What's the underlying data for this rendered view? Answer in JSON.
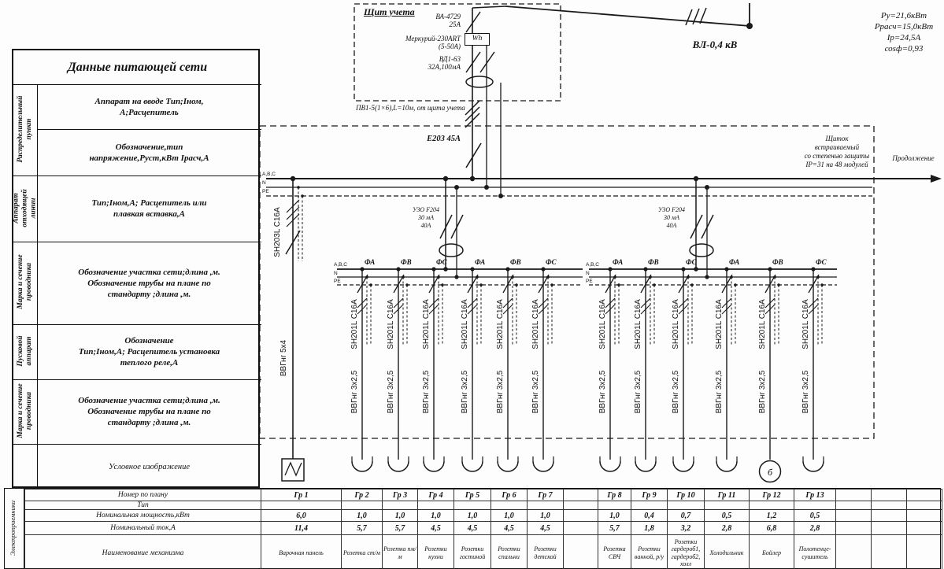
{
  "feed_table": {
    "title": "Данные питающей сети",
    "v_labels": {
      "distribution": "Распределительный\nпункт",
      "outgoing": "Аппарат\nотходящей\nлинии",
      "wire1": "Марка и сечение\nпроводника",
      "starter": "Пусковой\nаппарат",
      "wire2": "Марка и сечение\nпроводника"
    },
    "cells": {
      "input_device": "Аппарат на вводе Тип;Iном,\nА;Расцепитель",
      "designation": "Обозначение,тип\nнапряжение,Руст,кВт Iрасч,А",
      "outgoing_device": "Тип;Iном,А; Расцепитель или\nплавкая вставка,А",
      "wire_section1": "Обозначение участка сети;длина ,м.\nОбозначение трубы на плане по\nстандарту ;длина ,м.",
      "starter_device": "Обозначение\nТип;Iном,А; Расцепитель установка\nтеплого реле,А",
      "wire_section2": "Обозначение участка сети;длина ,м.\nОбозначение трубы на плане по\nстандарту ;длина ,м.",
      "symbol_row": "Условное изображение"
    }
  },
  "meter_panel": {
    "title": "Щит учета",
    "breaker": {
      "line1": "ВА-4729",
      "line2": "25А"
    },
    "meter": {
      "line1": "Меркурий-230ART",
      "line2": "(5-50А)",
      "symbol": "Wh"
    },
    "diff_breaker": {
      "line1": "ВД1-63",
      "line2": "32А,100мА"
    },
    "cable_note": "ПВ1-5(1×6),L=10м, от щита учета",
    "main_breaker": "Е203 45А"
  },
  "supply": {
    "line_label": "ВЛ-0,4 кВ",
    "params": {
      "pu": "Ру=21,6кВт",
      "prasch": "Ррасч=15,0кВт",
      "ip": "Iр=24,5А",
      "cosf": "соsф=0,93"
    }
  },
  "panel": {
    "note": {
      "l1": "Щиток",
      "l2": "встраиваемый",
      "l3": "со степенью защиты",
      "l4": "IР=31 на 48 модулей"
    },
    "continuation": "Продолжение",
    "bus_labels": {
      "phases": "А,В,С",
      "neutral": "N",
      "pe": "PE"
    },
    "rcd_label": {
      "l1": "УЗО F204",
      "l2": "30 мА",
      "l3": "40А"
    }
  },
  "branches": [
    {
      "group": "Гр 1",
      "phase": "",
      "breaker": "SH203L С16А",
      "cable": "ВВГнг 5х4",
      "symbol": "stove",
      "power": "6,0",
      "current": "11,4",
      "name": "Варочная панель"
    },
    {
      "group": "Гр 2",
      "phase": "ФА",
      "breaker": "SH201L С16А",
      "cable": "ВВГнг 3х2,5",
      "symbol": "socket",
      "power": "1,0",
      "current": "5,7",
      "name": "Розетка ст/м"
    },
    {
      "group": "Гр 3",
      "phase": "ФВ",
      "breaker": "SH201L С16А",
      "cable": "ВВГнг 3х2,5",
      "symbol": "socket",
      "power": "1,0",
      "current": "5,7",
      "name": "Розетка пм/м"
    },
    {
      "group": "Гр 4",
      "phase": "ФС",
      "breaker": "SH201L С16А",
      "cable": "ВВГнг 3х2,5",
      "symbol": "socket",
      "power": "1,0",
      "current": "4,5",
      "name": "Розетки кухни"
    },
    {
      "group": "Гр 5",
      "phase": "ФА",
      "breaker": "SH201L С16А",
      "cable": "ВВГнг 3х2,5",
      "symbol": "socket",
      "power": "1,0",
      "current": "4,5",
      "name": "Розетки гостиной"
    },
    {
      "group": "Гр 6",
      "phase": "ФВ",
      "breaker": "SH201L С16А",
      "cable": "ВВГнг 3х2,5",
      "symbol": "socket",
      "power": "1,0",
      "current": "4,5",
      "name": "Розетки спальни"
    },
    {
      "group": "Гр 7",
      "phase": "ФС",
      "breaker": "SH201L С16А",
      "cable": "ВВГнг 3х2,5",
      "symbol": "socket",
      "power": "1,0",
      "current": "4,5",
      "name": "Розетки детской"
    },
    {
      "group": "Гр 8",
      "phase": "ФА",
      "breaker": "SH201L С16А",
      "cable": "ВВГнг 3х2,5",
      "symbol": "socket",
      "power": "1,0",
      "current": "5,7",
      "name": "Розетка СВЧ"
    },
    {
      "group": "Гр 9",
      "phase": "ФВ",
      "breaker": "SH201L С16А",
      "cable": "ВВГнг 3х2,5",
      "symbol": "socket",
      "power": "0,4",
      "current": "1,8",
      "name": "Розетки ванной, р/у"
    },
    {
      "group": "Гр 10",
      "phase": "ФС",
      "breaker": "SH201L С16А",
      "cable": "ВВГнг 3х2,5",
      "symbol": "socket",
      "power": "0,7",
      "current": "3,2",
      "name": "Розетки гардероб1, гардероб2, холл"
    },
    {
      "group": "Гр 11",
      "phase": "ФА",
      "breaker": "SH201L С16А",
      "cable": "ВВГнг 3х2,5",
      "symbol": "socket",
      "power": "0,5",
      "current": "2,8",
      "name": "Холодильник"
    },
    {
      "group": "Гр 12",
      "phase": "ФВ",
      "breaker": "SH201L С16А",
      "cable": "ВВГнг 3х2,5",
      "symbol": "boiler",
      "symbol_label": "б",
      "power": "1,2",
      "current": "6,8",
      "name": "Бойлер"
    },
    {
      "group": "Гр 13",
      "phase": "ФС",
      "breaker": "SH201L С16А",
      "cable": "ВВГнг 3х2,5",
      "symbol": "socket",
      "power": "0,5",
      "current": "2,8",
      "name": "Полотенце-сушитель"
    }
  ],
  "load_table": {
    "side_label": "Электроприемники",
    "row_labels": {
      "group": "Номер по плану",
      "type": "Тип",
      "power": "Номинальная мощность,кВт",
      "current": "Номинальный ток,А",
      "name": "Наименование механизма"
    }
  }
}
